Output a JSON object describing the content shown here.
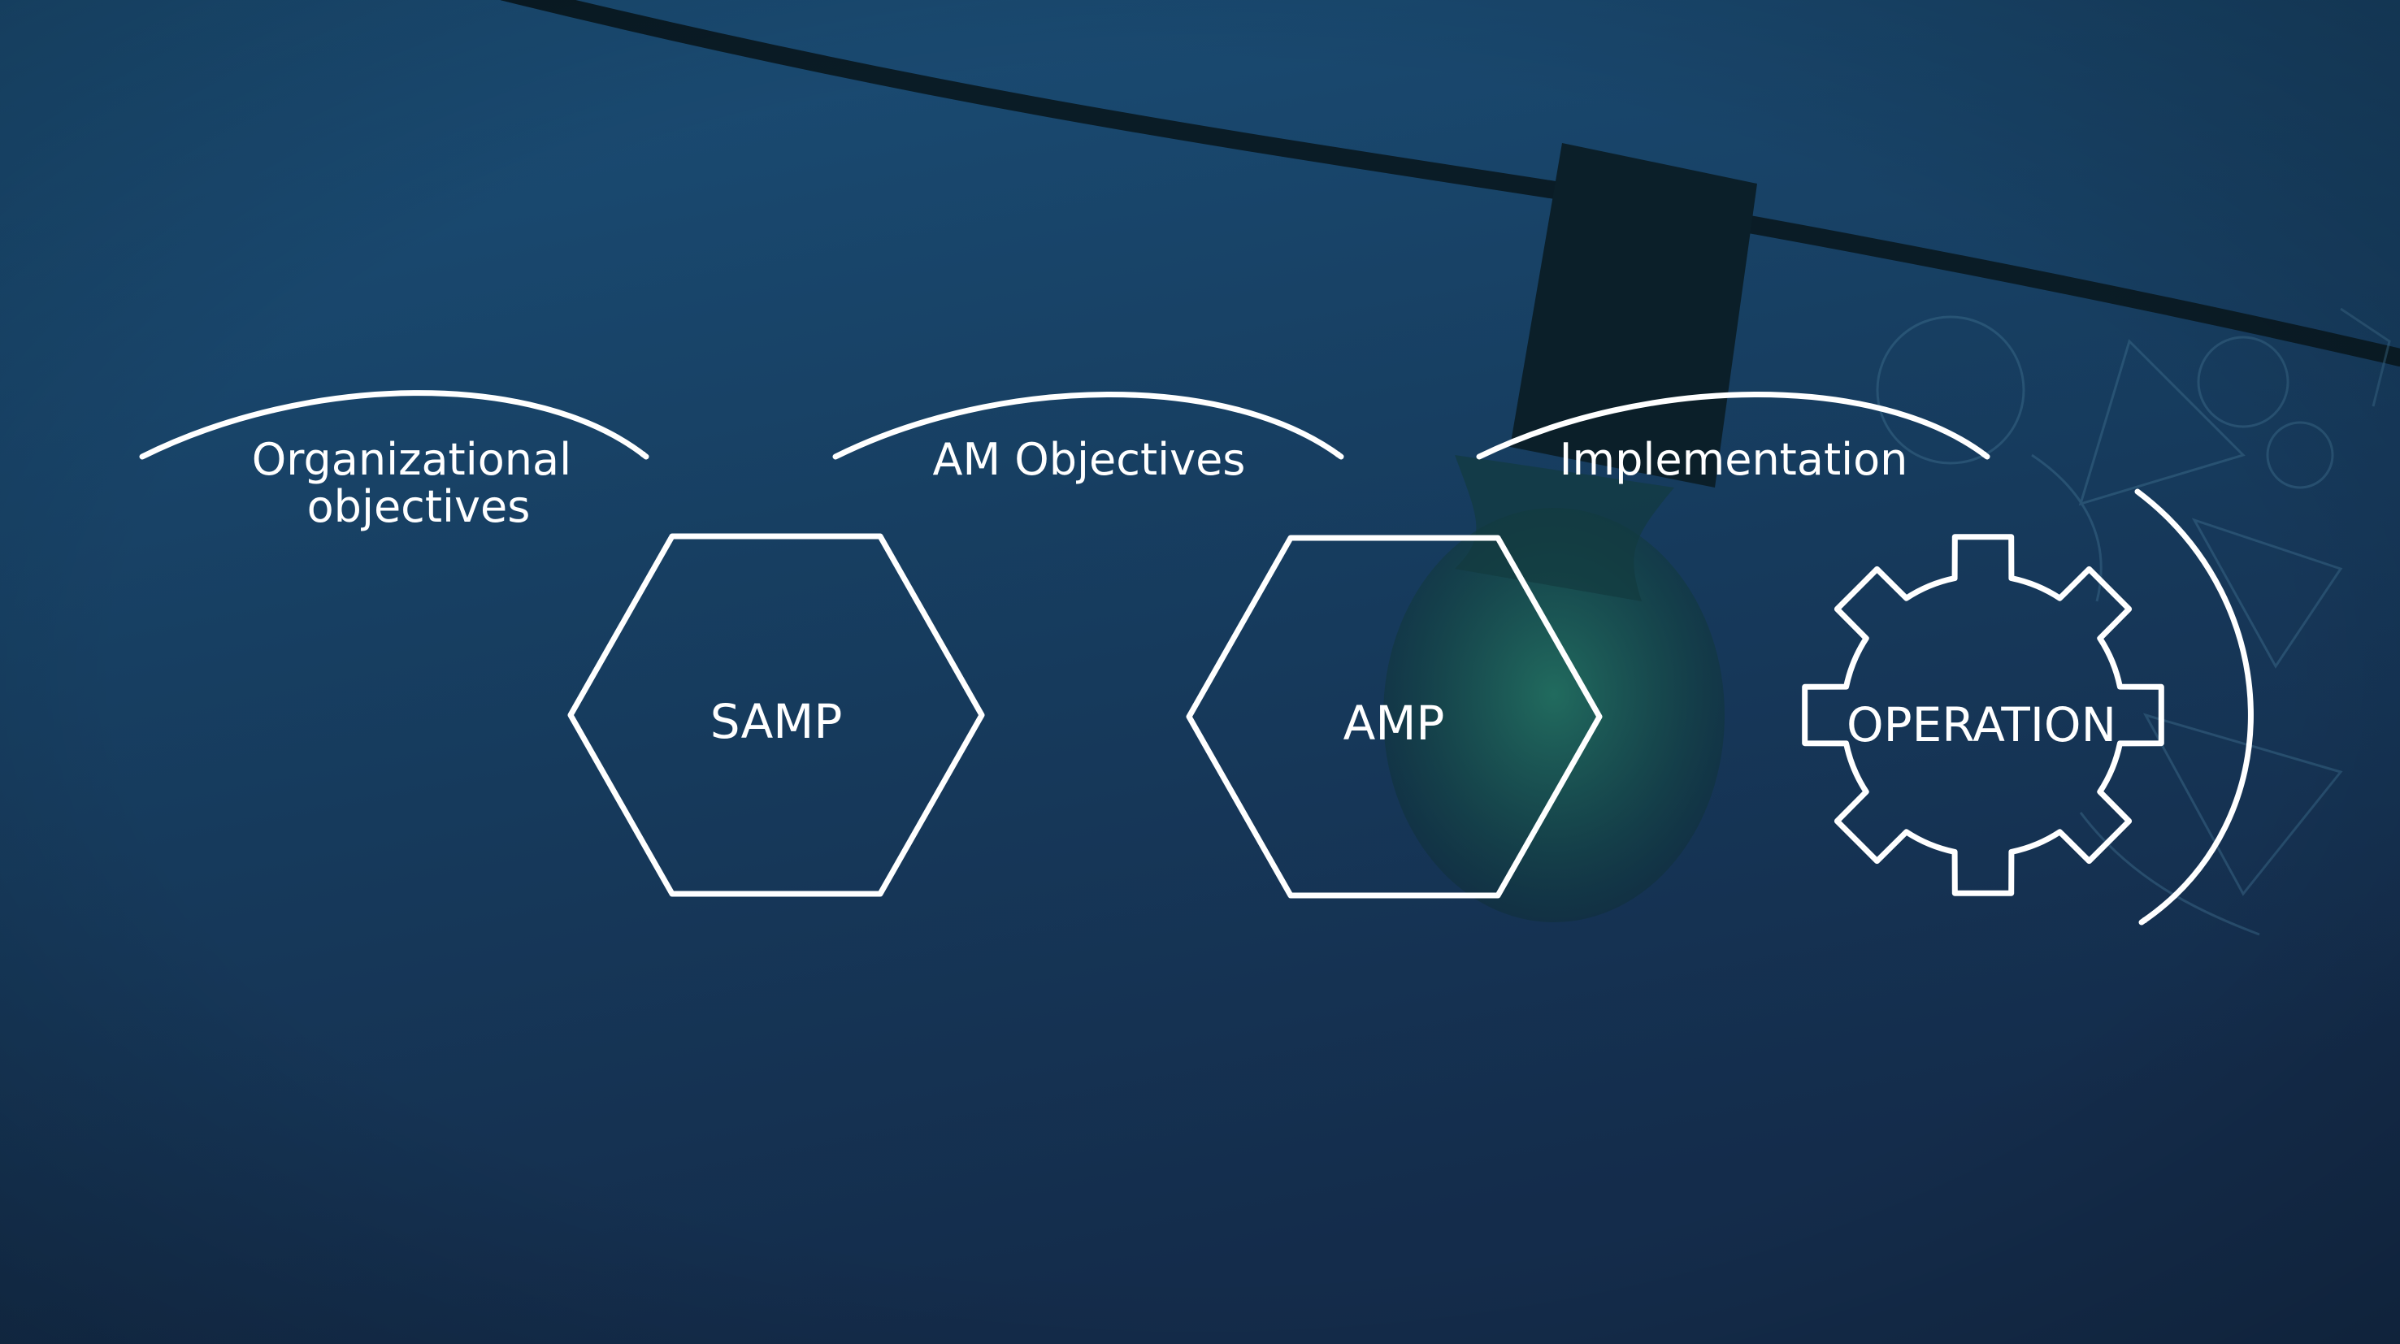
{
  "diagram": {
    "flow_labels": {
      "organizational_objectives": [
        "Organizational",
        "objectives"
      ],
      "am_objectives": "AM Objectives",
      "implementation": "Implementation"
    },
    "nodes": {
      "samp": "SAMP",
      "amp": "AMP",
      "operation": "OPERATION"
    }
  },
  "colors": {
    "background_top": "#1b4a70",
    "background_bottom": "#14304f",
    "foreground": "#ffffff",
    "bulb_glow": "#1f6a5c"
  },
  "icons": {
    "flow_arrow": "curved-arrow-icon",
    "return_arrow": "return-arrow-icon",
    "operation_shape": "gear-icon",
    "node_shape": "hexagon-icon",
    "background": "light-bulb-photo"
  }
}
